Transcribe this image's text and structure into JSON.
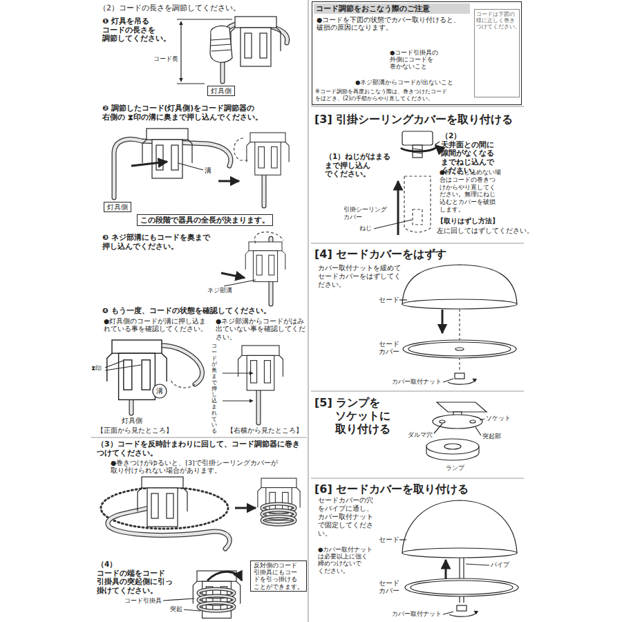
{
  "diagram": {
    "nodes": [
      {
        "text": [
          "灯具側"
        ]
      },
      {
        "text": [
          "灯具側"
        ]
      },
      {
        "text": [
          "この段階で器具の全長が決まります。"
        ]
      },
      {
        "text": [
          "反対側のコード 引掛具にもコー ドを引っ掛ける ことができます。"
        ]
      },
      {
        "text": [
          "コード調節をおこなう際のご注意",
          "●コードを下図の状態でカバー取り付けると、 破損の原因になります。",
          "●コード引掛具の 外側にコードを 巻かないこと",
          "●ネジ部溝からコードが出ないこと",
          "※コード調節を再度おこなう際は、巻きつけたコード をほどき、(2)の手順からやり直してください。"
        ]
      },
      {
        "text": [
          "コードは下図の 様に正しく巻き つけてください。"
        ],
        "in": 4
      }
    ],
    "labels": [
      "（2）コードの長さを調節してください。",
      "❶ 灯具を吊る コードの長さを 調節してください。",
      "コード長",
      "❷ 調節したコード(灯具側)をコード調節器の 右側の ⧗印の溝に奥まで押し込んでください。",
      "溝",
      "❸ ネジ部溝にもコードを奥まで 押し込んでください。",
      "ネジ部溝",
      "❹ もう一度、コードの状態を確認してください。",
      "●灯具側のコードが溝に押し込ま れている事を確認してください。",
      "●ネジ部溝からコードがはみ 出ていない事を確認してくだ さい。",
      "⧗印",
      "溝",
      "コードが奥まで押し込まれている",
      "灯具側",
      "【正面から見たところ】",
      "【右横から見たところ】",
      "（3）コードを反時計まわりに回して、コード調節器に巻き つけてください。",
      "●巻きつけがゆるいと、[3]で引掛シーリングカバーが 取り付けられない場合があります。",
      "（4）コードの端をコード 引掛具の突起側に引っ 掛けてください。",
      "コード引掛具",
      "突起",
      "[3] 引掛シーリングカバーを取り付ける",
      "（1）ねじがはまる まで押し込ん でください。",
      "（2）天井面との間に 隙間がなくなる までねじ込んで ください。",
      "●軽くねじ込めない場 合はコードの巻きつ けからやり直してく ださい。無理にねじ 込むとカバーを破損 します。",
      "【取りはずし方法】",
      "左に回してはずしてください。",
      "引掛シーリング カバー",
      "ねじ",
      "[4] セードカバーをはずす",
      "カバー取付ナットを緩めて セードカバーをはずしてく ださい。",
      "セード",
      "セード カバー",
      "カバー取付ナット",
      "[5] ランプを ソケットに 取り付ける",
      "ソケット",
      "ダルマ穴",
      "突起部",
      "ランプ",
      "[6] セードカバーを取り付ける",
      "セードカバーの穴 をパイプに通し、 カバー取付ナット で固定してくださ い。",
      "●カバー取付ナット は必要以上に強く 締めつけないで ください。",
      "セード",
      "パイプ",
      "セード カバー",
      "カバー取付ナット"
    ]
  }
}
